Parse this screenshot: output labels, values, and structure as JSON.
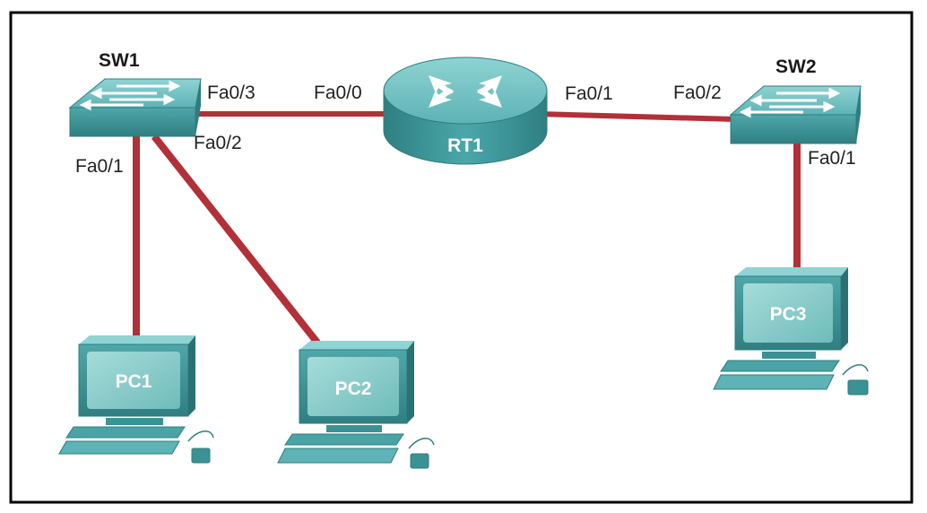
{
  "devices": {
    "sw1": {
      "name": "SW1"
    },
    "sw2": {
      "name": "SW2"
    },
    "rt1": {
      "name": "RT1"
    },
    "pc1": {
      "name": "PC1"
    },
    "pc2": {
      "name": "PC2"
    },
    "pc3": {
      "name": "PC3"
    }
  },
  "ports": {
    "sw1_to_rt1": "Fa0/3",
    "rt1_to_sw1": "Fa0/0",
    "rt1_to_sw2": "Fa0/1",
    "sw2_to_rt1": "Fa0/2",
    "sw1_to_pc2": "Fa0/2",
    "sw1_to_pc1": "Fa0/1",
    "sw2_to_pc3": "Fa0/1"
  },
  "colors": {
    "link": "#b23038",
    "device_light": "#7cc4c4",
    "device_mid": "#4aa3a5",
    "device_dark": "#2e7d80",
    "frame": "#000000"
  }
}
